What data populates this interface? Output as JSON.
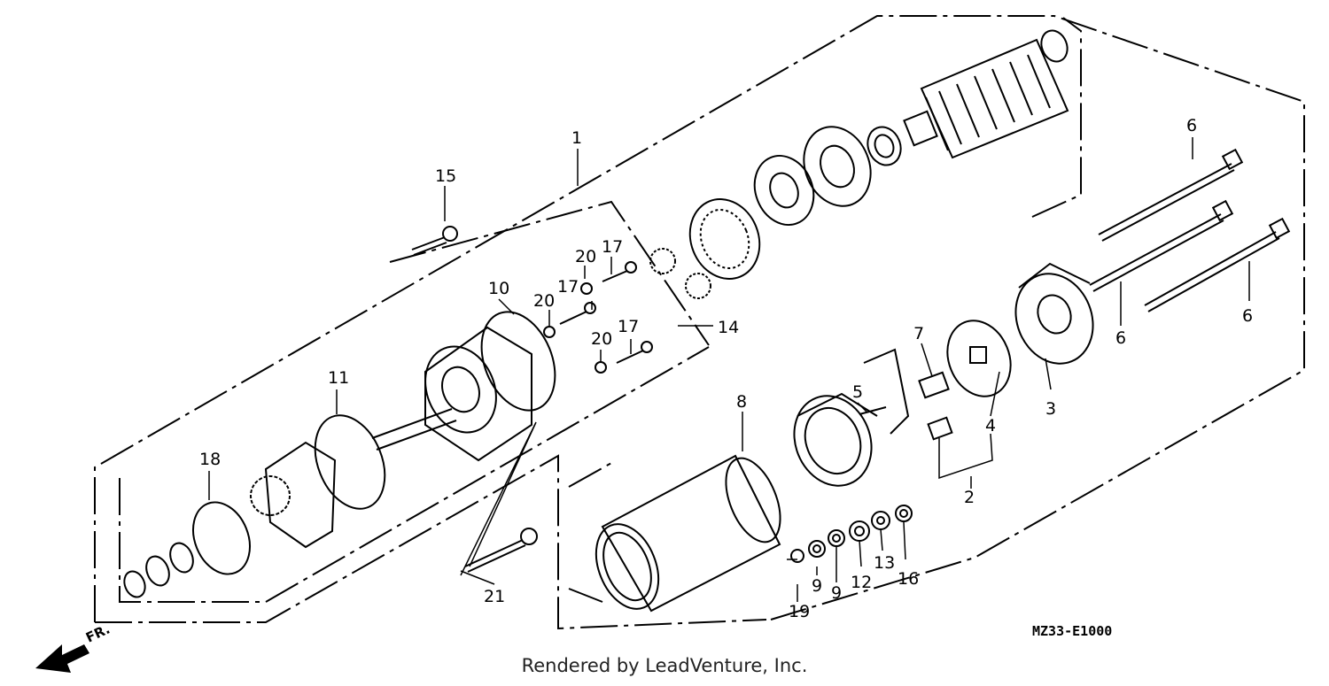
{
  "diagram": {
    "callouts": [
      "1",
      "2",
      "3",
      "4",
      "5",
      "6",
      "6",
      "6",
      "7",
      "8",
      "9",
      "9",
      "10",
      "11",
      "12",
      "13",
      "14",
      "15",
      "16",
      "17",
      "17",
      "17",
      "18",
      "19",
      "20",
      "20",
      "20",
      "21"
    ],
    "drawing_code": "MZ33-E1000",
    "direction_label": "FR."
  },
  "footer": {
    "credit": "Rendered by LeadVenture, Inc."
  }
}
